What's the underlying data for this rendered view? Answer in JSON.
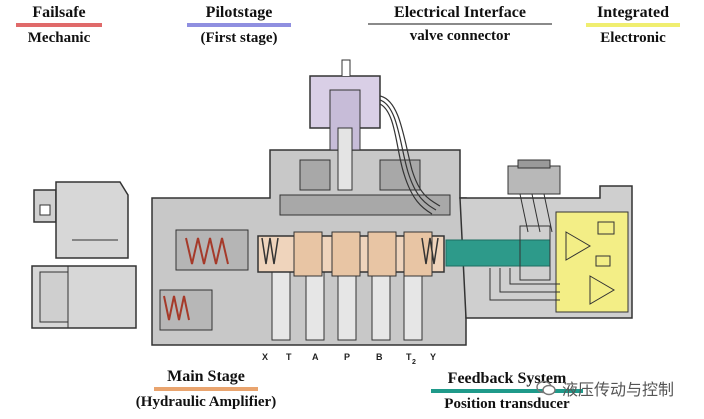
{
  "labels": {
    "failsafe": {
      "title": "Failsafe",
      "subtitle": "Mechanic",
      "color": "#e06a6a"
    },
    "pilotstage": {
      "title": "Pilotstage",
      "subtitle": "(First stage)",
      "color": "#8f8fe0"
    },
    "electrical": {
      "title": "Electrical Interface",
      "subtitle": "valve connector",
      "color": "#8a8a8a"
    },
    "integrated": {
      "title": "Integrated",
      "subtitle": "Electronic",
      "color": "#f0ee70"
    },
    "main_stage": {
      "title": "Main Stage",
      "subtitle": "(Hydraulic Amplifier)",
      "color": "#e9a46e"
    },
    "feedback": {
      "title": "Feedback System",
      "subtitle": "Position transducer",
      "color": "#1f9a8a"
    }
  },
  "ports": [
    "X",
    "T",
    "A",
    "P",
    "B",
    "T",
    "2",
    "Y"
  ],
  "watermark": {
    "text": "液压传动与控制"
  },
  "colors": {
    "body": "#c8c8c8",
    "body_dark": "#8e8e8e",
    "spool": "#efd4bc",
    "pilot": "#d9cfe6",
    "feedback": "#2d9a8a",
    "electronic": "#f3ee86",
    "outline": "#333333"
  }
}
